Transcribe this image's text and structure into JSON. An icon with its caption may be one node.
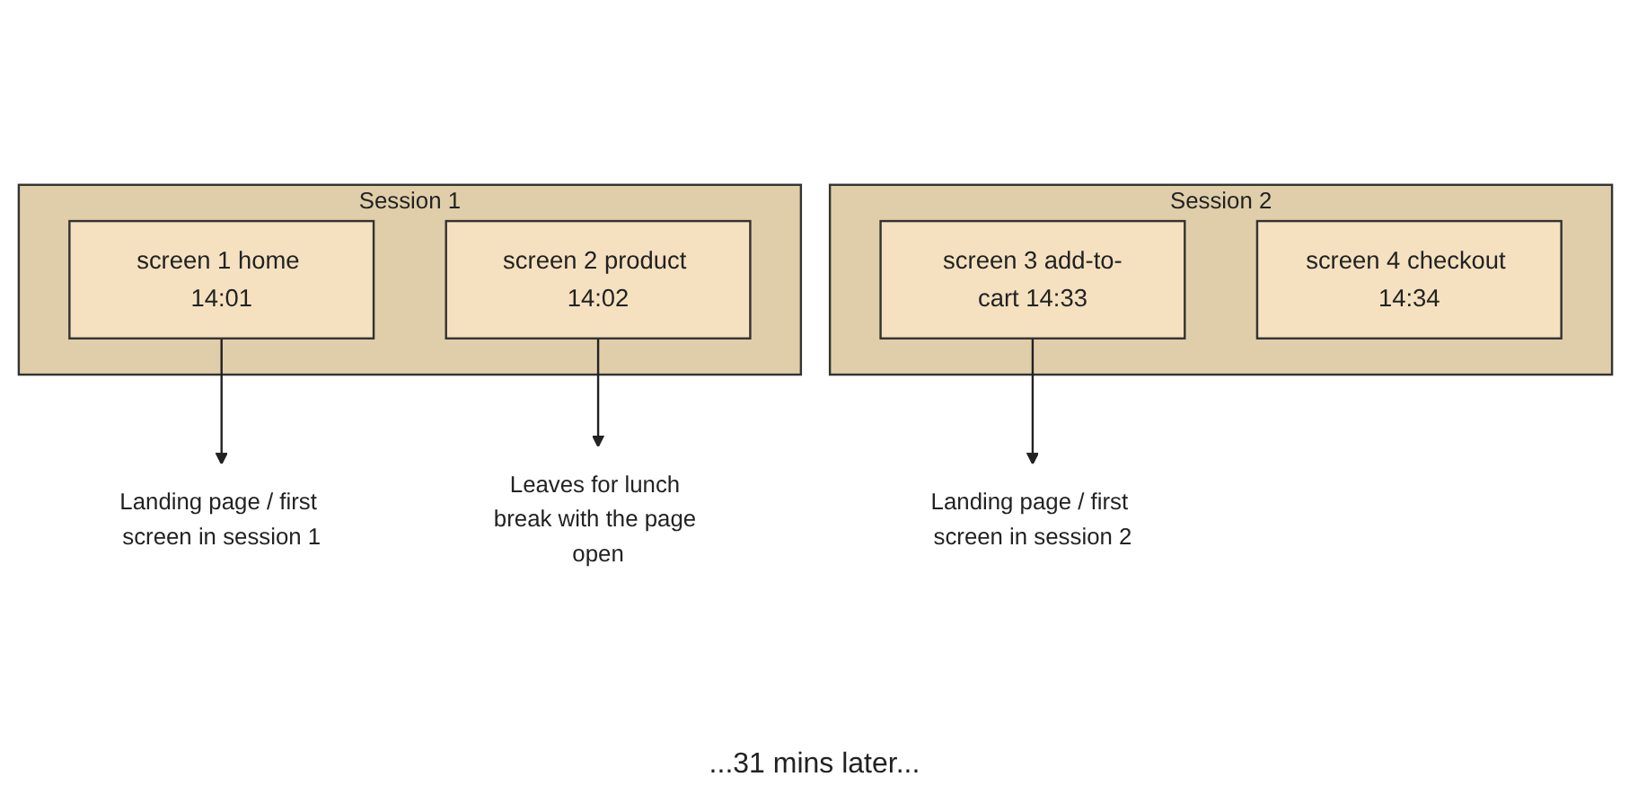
{
  "diagram": {
    "nodes": [
      {
        "text": [
          "Session 1"
        ]
      },
      {
        "text": [
          "screen 1 home 14:01"
        ],
        "in": 0
      },
      {
        "text": [
          "screen 2 product 14:02"
        ],
        "in": 0
      },
      {
        "text": [
          "Session 2"
        ]
      },
      {
        "text": [
          "screen 3 add-to-cart 14:33"
        ],
        "in": 3
      },
      {
        "text": [
          "screen 4 checkout 14:34"
        ],
        "in": 3
      },
      {
        "text": [
          "Leaves for lunch break with the page open"
        ]
      },
      {
        "text": [
          "Landing page / first screen in session 1"
        ]
      },
      {
        "text": [
          "Landing page / first screen in session 2"
        ]
      }
    ],
    "edges": [
      {
        "from": 2,
        "to": 6,
        "arrow": "to"
      },
      {
        "from": 1,
        "to": 7,
        "arrow": "to"
      },
      {
        "from": 4,
        "to": 8,
        "arrow": "to"
      }
    ],
    "labels": [
      "...31 mins later..."
    ]
  }
}
